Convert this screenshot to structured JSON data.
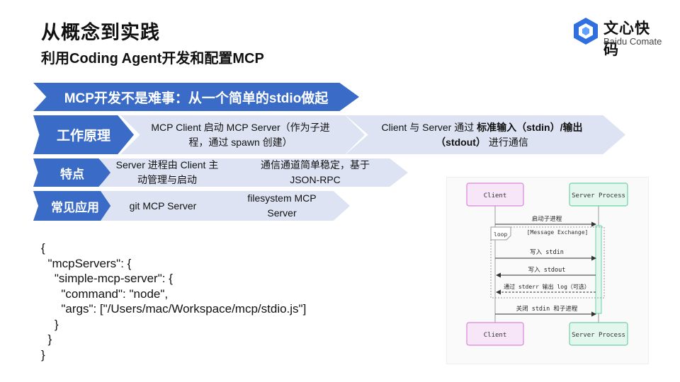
{
  "header": {
    "title": "从概念到实践",
    "subtitle": "利用Coding Agent开发和配置MCP"
  },
  "logo": {
    "icon": "comate-hexagon-icon",
    "cn": "文心快码",
    "en": "Baidu Comate"
  },
  "banner": "MCP开发不是难事：从一个简单的stdio做起",
  "rows": {
    "principle": {
      "label": "工作原理",
      "item1": "MCP Client 启动 MCP Server（作为子进程，通过 spawn 创建）",
      "item2_pre": "Client 与 Server 通过 ",
      "item2_bold": "标准输入（stdin）/输出（stdout）",
      "item2_post": " 进行通信"
    },
    "features": {
      "label": "特点",
      "item1": "Server 进程由 Client 主动管理与启动",
      "item2": "通信通道简单稳定，基于 JSON-RPC"
    },
    "usage": {
      "label": "常见应用",
      "item1": "git MCP Server",
      "item2": "filesystem MCP Server"
    }
  },
  "code": "{\n  \"mcpServers\": {\n    \"simple-mcp-server\": {\n      \"command\": \"node\",\n      \"args\": [\"/Users/mac/Workspace/mcp/stdio.js\"]\n    }\n  }\n}",
  "diagram": {
    "client": "Client",
    "server": "Server Process",
    "loop": "loop",
    "loop_label": "[Message Exchange]",
    "msg1": "启动子进程",
    "msg2": "写入 stdin",
    "msg3": "写入 stdout",
    "msg4": "通过 stderr 输出 log（可选）",
    "msg5": "关闭 stdin 和子进程",
    "colors": {
      "client_fill": "#f7e6f7",
      "client_stroke": "#d986d9",
      "server_fill": "#e3f7ef",
      "server_stroke": "#6fd0a8"
    }
  },
  "colors": {
    "dark_blue": "#3a6cc7",
    "light_blue": "#dde3f2"
  }
}
